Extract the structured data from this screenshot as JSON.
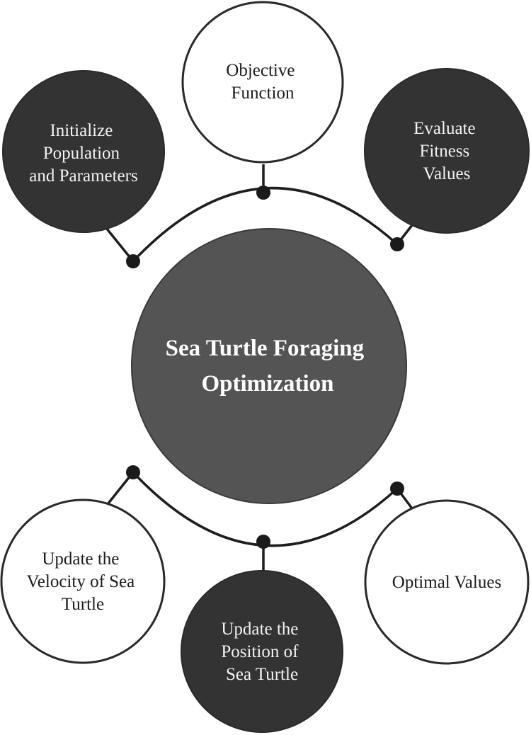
{
  "center": {
    "lines": [
      "Sea Turtle Foraging",
      "Optimization"
    ]
  },
  "nodes": {
    "init": {
      "lines": [
        "Initialize",
        "Population",
        "and Parameters"
      ],
      "style": "dark"
    },
    "objective": {
      "lines": [
        "Objective",
        "Function"
      ],
      "style": "light"
    },
    "evaluate": {
      "lines": [
        "Evaluate",
        "Fitness",
        "Values"
      ],
      "style": "dark"
    },
    "velocity": {
      "lines": [
        "Update the",
        "Velocity of Sea",
        "Turtle"
      ],
      "style": "light"
    },
    "position": {
      "lines": [
        "Update the",
        "Position of",
        "Sea Turtle"
      ],
      "style": "dark"
    },
    "optimal": {
      "lines": [
        "Optimal Values"
      ],
      "style": "light"
    }
  },
  "colors": {
    "dark_node": "#333333",
    "center_node": "#545454",
    "light_node": "#ffffff",
    "connector": "#1e1e1e"
  }
}
